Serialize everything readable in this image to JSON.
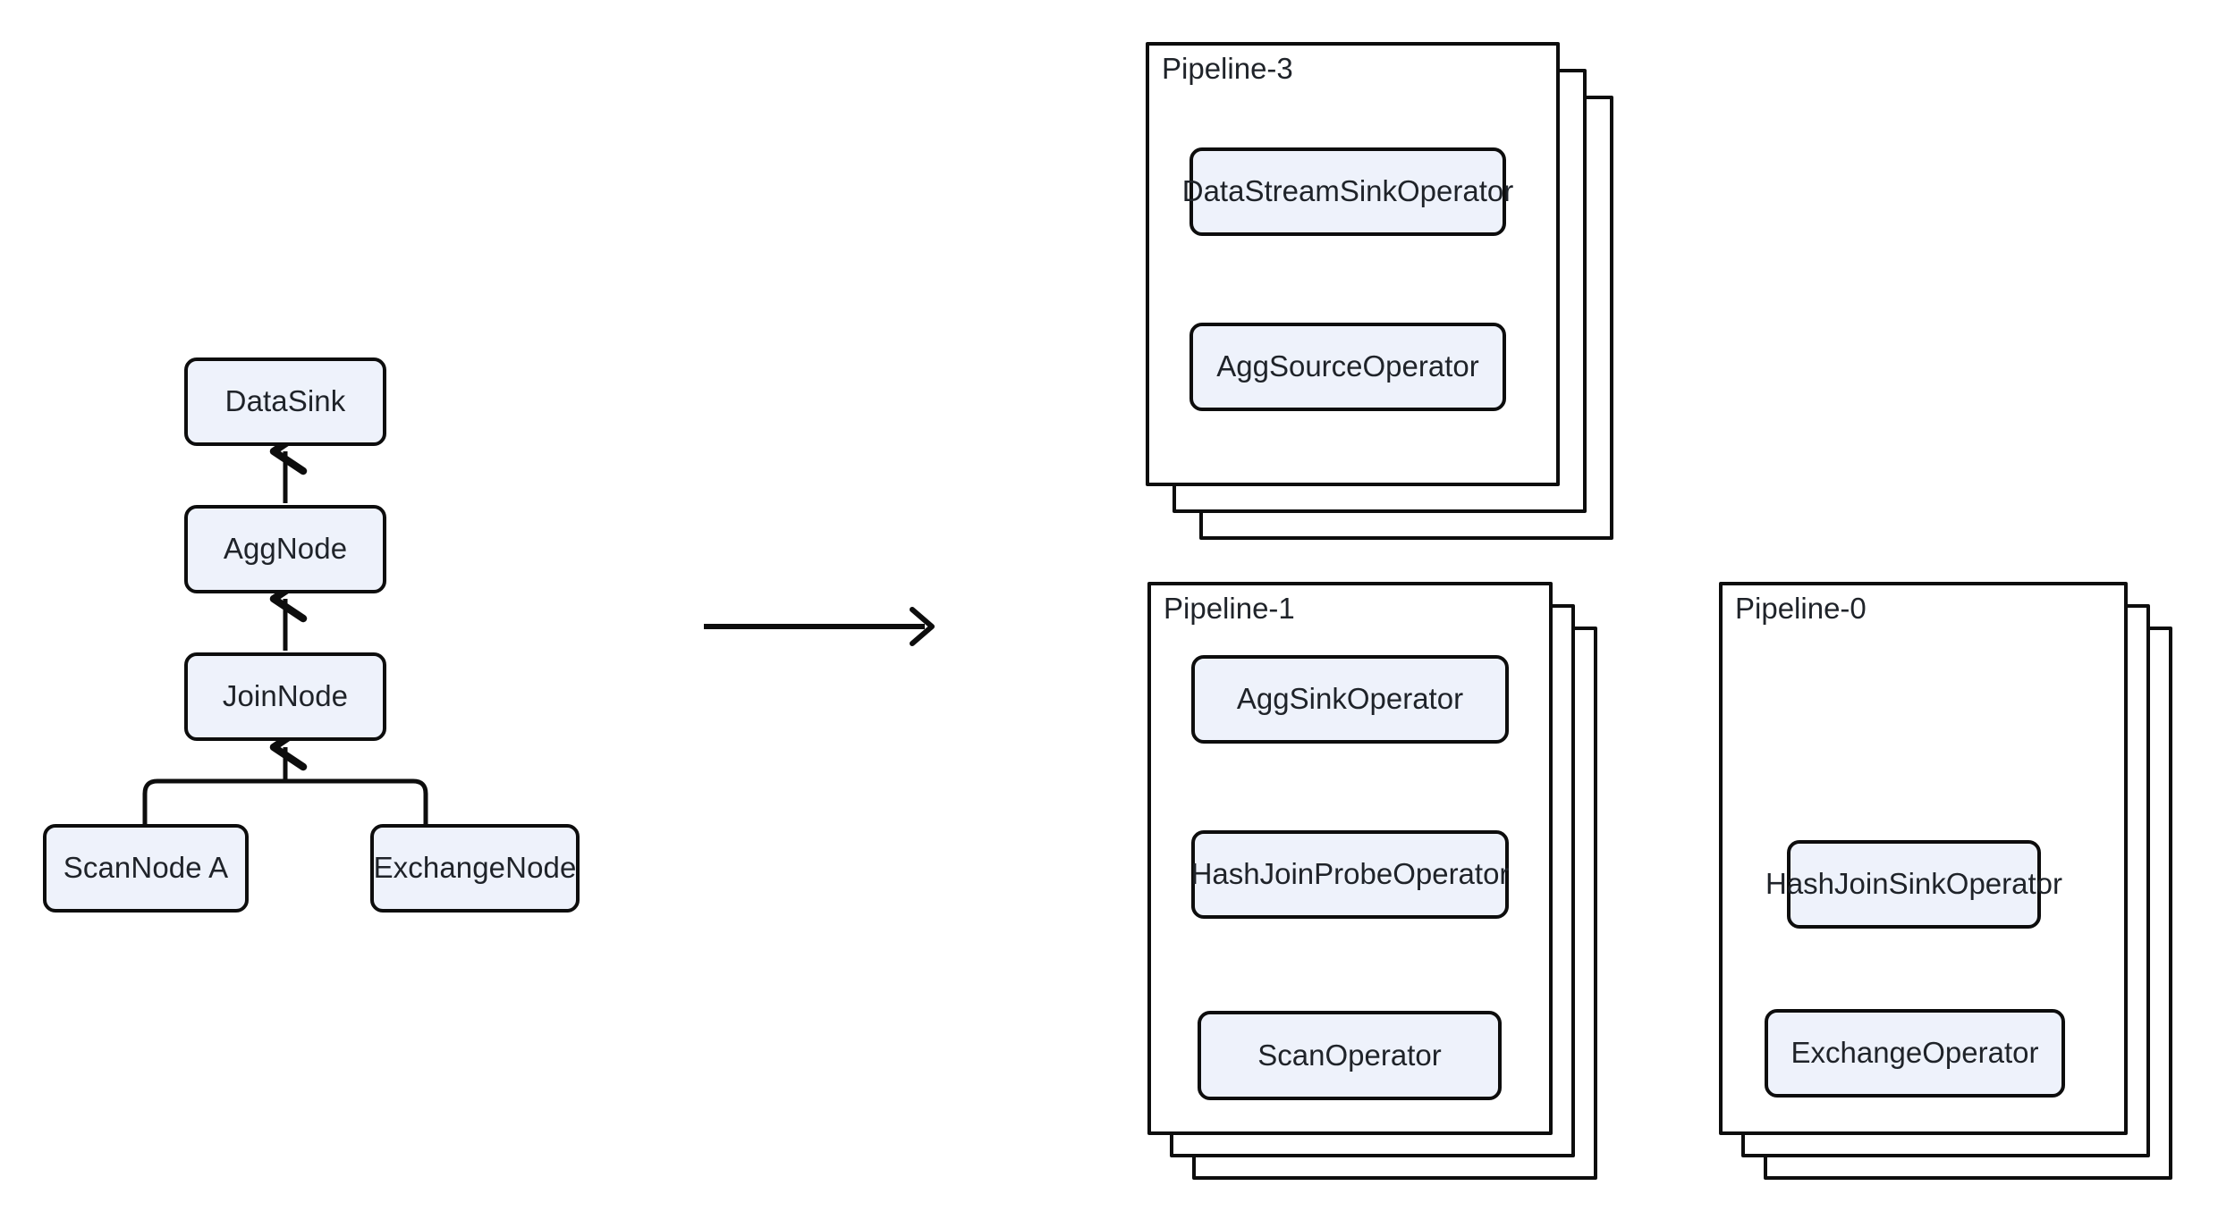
{
  "diagram": {
    "title": "Query plan tree to pipeline execution mapping",
    "accent_fill": "#eef2fb",
    "stroke_color": "#0d0d0d",
    "text_color": "#1f2329",
    "background": "#ffffff"
  },
  "plan_tree": {
    "nodes": [
      {
        "id": "data-sink",
        "label": "DataSink"
      },
      {
        "id": "agg-node",
        "label": "AggNode"
      },
      {
        "id": "join-node",
        "label": "JoinNode"
      },
      {
        "id": "scan-node-a",
        "label": "ScanNode A"
      },
      {
        "id": "exchange-node",
        "label": "ExchangeNode"
      }
    ],
    "edges": [
      {
        "from": "agg-node",
        "to": "data-sink"
      },
      {
        "from": "join-node",
        "to": "agg-node"
      },
      {
        "from": "scan-node-a",
        "to": "join-node"
      },
      {
        "from": "exchange-node",
        "to": "join-node"
      }
    ]
  },
  "transform_arrow": {
    "icon": "right-arrow-icon",
    "direction": "right"
  },
  "pipelines": [
    {
      "id": "pipeline-3",
      "title": "Pipeline-3",
      "stack_count": 3,
      "operators": [
        {
          "id": "datastream-sink-operator",
          "label": "DataStreamSinkOperator"
        },
        {
          "id": "agg-source-operator",
          "label": "AggSourceOperator"
        }
      ],
      "edges": [
        {
          "from": "agg-source-operator",
          "to": "datastream-sink-operator"
        }
      ]
    },
    {
      "id": "pipeline-1",
      "title": "Pipeline-1",
      "stack_count": 3,
      "operators": [
        {
          "id": "agg-sink-operator",
          "label": "AggSinkOperator"
        },
        {
          "id": "hash-join-probe-operator",
          "label": "HashJoinProbeOperator"
        },
        {
          "id": "scan-operator",
          "label": "ScanOperator"
        }
      ],
      "edges": [
        {
          "from": "scan-operator",
          "to": "hash-join-probe-operator"
        },
        {
          "from": "hash-join-probe-operator",
          "to": "agg-sink-operator"
        }
      ]
    },
    {
      "id": "pipeline-0",
      "title": "Pipeline-0",
      "stack_count": 3,
      "operators": [
        {
          "id": "hash-join-sink-operator",
          "label": "HashJoinSinkOperator"
        },
        {
          "id": "exchange-operator",
          "label": "ExchangeOperator"
        }
      ],
      "edges": [
        {
          "from": "exchange-operator",
          "to": "hash-join-sink-operator"
        }
      ]
    }
  ]
}
